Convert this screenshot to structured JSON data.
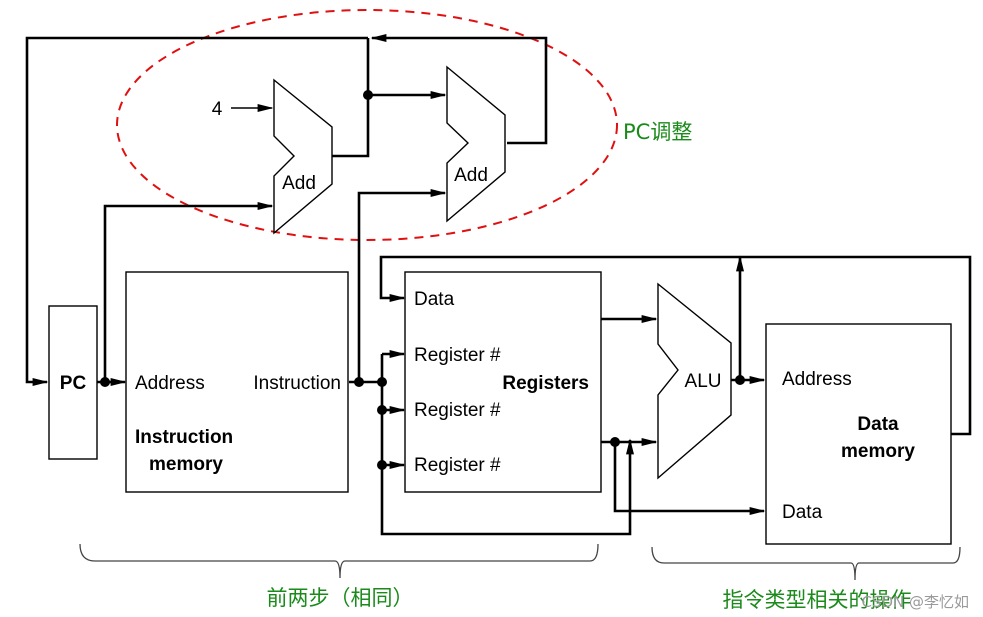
{
  "diagram": {
    "title": "Single-cycle datapath overview",
    "components": {
      "pc": {
        "label": "PC"
      },
      "adder_pc4": {
        "label": "Add",
        "constant_input": "4"
      },
      "adder_branch": {
        "label": "Add"
      },
      "instruction_memory": {
        "input_label": "Address",
        "output_label": "Instruction",
        "title_line1": "Instruction",
        "title_line2": "memory"
      },
      "registers": {
        "data_label": "Data",
        "reg_labels": [
          "Register #",
          "Register #",
          "Register #"
        ],
        "title": "Registers"
      },
      "alu": {
        "label": "ALU"
      },
      "data_memory": {
        "address_label": "Address",
        "data_label": "Data",
        "title_line1": "Data",
        "title_line2": "memory"
      }
    },
    "annotations": {
      "pc_adjust": "PC调整",
      "first_two_steps": "前两步（相同）",
      "instruction_specific": "指令类型相关的操作"
    },
    "colors": {
      "annotation": "#1a8a1a",
      "highlight_ellipse": "#e01010"
    },
    "watermark": "CSDN @李忆如"
  }
}
